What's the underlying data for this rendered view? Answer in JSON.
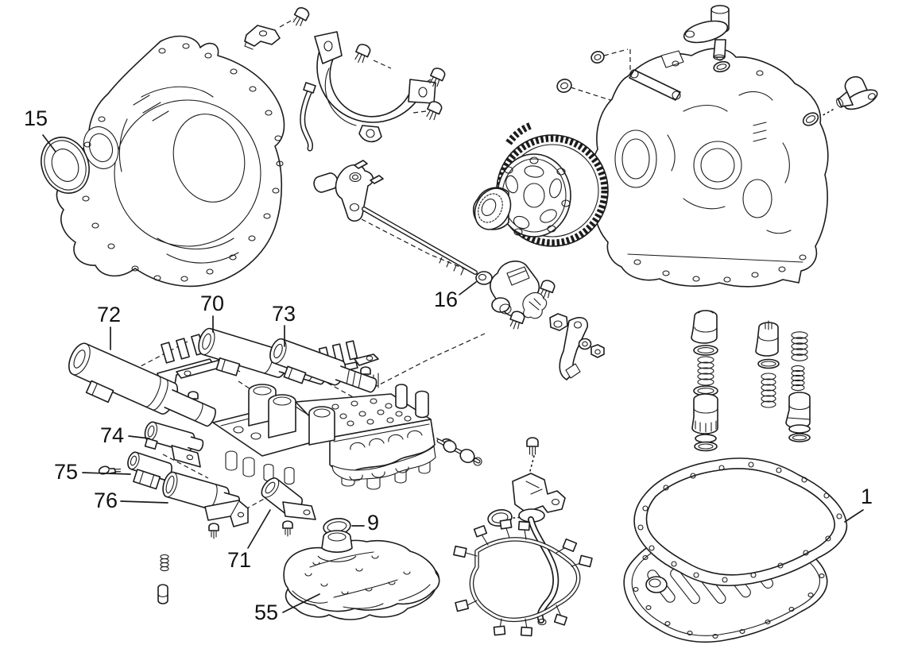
{
  "diagram": {
    "background_color": "#ffffff",
    "line_color": "#1c1c1c",
    "callouts": [
      {
        "label": "15"
      },
      {
        "label": "16"
      },
      {
        "label": "72"
      },
      {
        "label": "70"
      },
      {
        "label": "73"
      },
      {
        "label": "74"
      },
      {
        "label": "75"
      },
      {
        "label": "76"
      },
      {
        "label": "71"
      },
      {
        "label": "9"
      },
      {
        "label": "55"
      },
      {
        "label": "1"
      }
    ]
  }
}
